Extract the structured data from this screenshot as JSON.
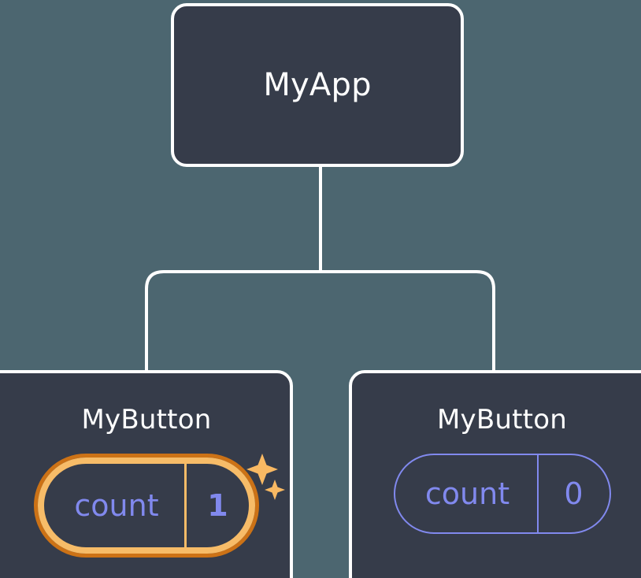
{
  "diagram": {
    "type": "component-tree",
    "background_color": "#4c6670",
    "node_fill_color": "#363c4a",
    "node_border_color": "#ffffff",
    "connector_color": "#ffffff",
    "accent_highlight_outer": "#cc7216",
    "accent_highlight_inner": "#f7bc68",
    "state_text_color": "#8189ee",
    "title_text_color": "#ffffff"
  },
  "root": {
    "title": "MyApp"
  },
  "children": [
    {
      "title": "MyButton",
      "state_key": "count",
      "state_value": "1",
      "highlighted": true,
      "sparkle_icons": [
        "sparkle-large",
        "sparkle-small"
      ]
    },
    {
      "title": "MyButton",
      "state_key": "count",
      "state_value": "0",
      "highlighted": false
    }
  ]
}
